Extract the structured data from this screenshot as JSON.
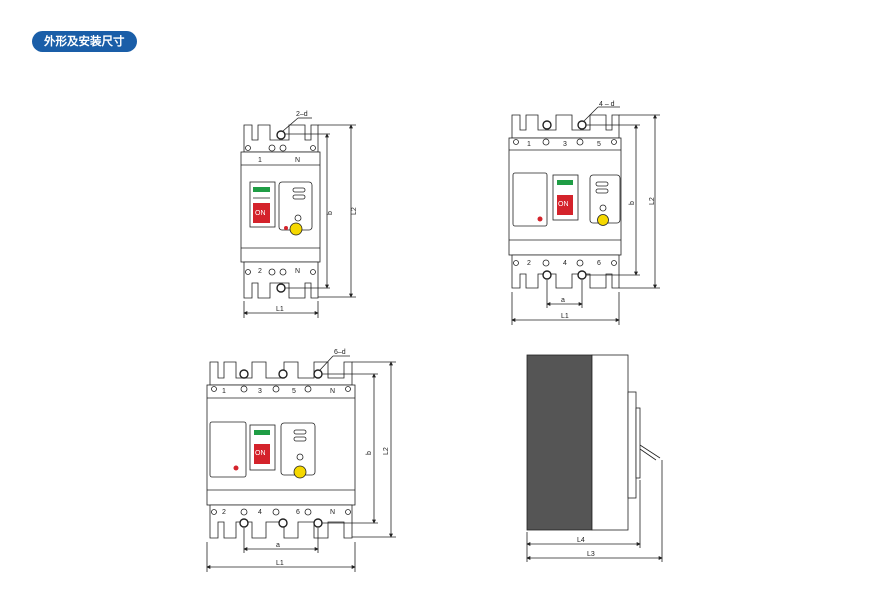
{
  "header": {
    "title": "外形及安装尺寸"
  },
  "colors": {
    "badge": "#1a5ea8",
    "on_red": "#d4232b",
    "green": "#1f9d45",
    "yellow": "#f5d800",
    "side_dark": "#555555"
  },
  "breaker_2p": {
    "hole_label": "2–d",
    "top_terminals": [
      "1",
      "N"
    ],
    "bottom_terminals": [
      "2",
      "N"
    ],
    "dim_width": "L1",
    "dim_b": "b",
    "dim_l2": "L2",
    "switch_text": "ON"
  },
  "breaker_3p": {
    "hole_label": "4 – d",
    "top_terminals": [
      "1",
      "3",
      "5"
    ],
    "bottom_terminals": [
      "2",
      "4",
      "6"
    ],
    "dim_width": "L1",
    "dim_a": "a",
    "dim_b": "b",
    "dim_l2": "L2",
    "switch_text": "ON"
  },
  "breaker_4p": {
    "hole_label": "6–d",
    "top_terminals": [
      "1",
      "3",
      "5",
      "N"
    ],
    "bottom_terminals": [
      "2",
      "4",
      "6",
      "N"
    ],
    "dim_width": "L1",
    "dim_a": "a",
    "dim_b": "b",
    "dim_l2": "L2",
    "switch_text": "ON"
  },
  "side_view": {
    "dim_l4": "L4",
    "dim_l3": "L3"
  }
}
